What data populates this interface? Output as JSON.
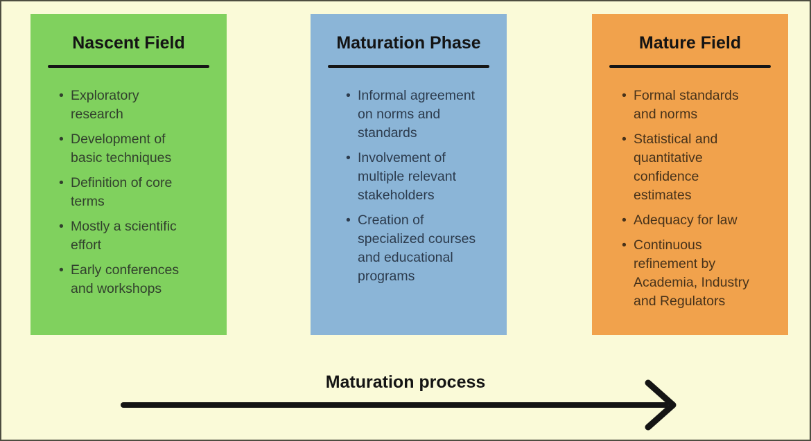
{
  "canvas": {
    "background_color": "#fafad8",
    "border_color": "#4d4d40"
  },
  "panels": [
    {
      "title": "Nascent Field",
      "color": "#80d15e",
      "text_color": "#31402d",
      "bullets": [
        "Exploratory\nresearch",
        "Development of\nbasic techniques",
        "Definition of core\nterms",
        "Mostly a scientific\neffort",
        "Early conferences\nand workshops"
      ]
    },
    {
      "title": "Maturation Phase",
      "color": "#8bb5d7",
      "text_color": "#2c3b4d",
      "bullets": [
        "Informal agreement\non norms and\nstandards",
        "Involvement of\nmultiple relevant\nstakeholders",
        "Creation of\nspecialized courses\nand educational\nprograms"
      ]
    },
    {
      "title": "Mature Field",
      "color": "#f1a24c",
      "text_color": "#47321a",
      "bullets": [
        "Formal standards\nand norms",
        "Statistical and\nquantitative\nconfidence\nestimates",
        "Adequacy for law",
        "Continuous\nrefinement by\nAcademia, Industry\nand Regulators"
      ]
    }
  ],
  "arrow": {
    "label": "Maturation process",
    "color": "#141414"
  }
}
